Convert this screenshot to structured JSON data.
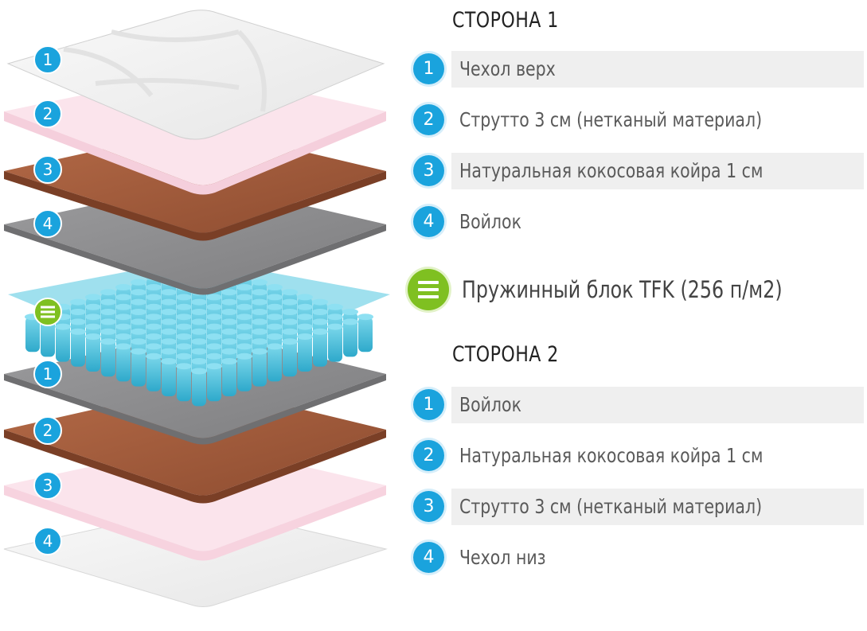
{
  "side1": {
    "heading": "СТОРОНА 1",
    "items": [
      {
        "num": "1",
        "label": "Чехол верх"
      },
      {
        "num": "2",
        "label": "Струтто 3 см (нетканый материал)"
      },
      {
        "num": "3",
        "label": "Натуральная кокосовая койра 1 см"
      },
      {
        "num": "4",
        "label": "Войлок"
      }
    ]
  },
  "spring": {
    "label": "Пружинный блок TFK (256 п/м2)",
    "icon": "spring-block-icon"
  },
  "side2": {
    "heading": "СТОРОНА 2",
    "items": [
      {
        "num": "1",
        "label": "Войлок"
      },
      {
        "num": "2",
        "label": "Натуральная кокосовая койра 1 см"
      },
      {
        "num": "3",
        "label": "Струтто 3 см (нетканый материал)"
      },
      {
        "num": "4",
        "label": "Чехол низ"
      }
    ]
  },
  "layers": {
    "top": [
      "1",
      "2",
      "3",
      "4"
    ],
    "bottom": [
      "1",
      "2",
      "3",
      "4"
    ]
  },
  "colors": {
    "accent_blue": "#1aa3dd",
    "accent_green": "#7fc021",
    "cover": "#f4f4f4",
    "strutto": "#fbe4ec",
    "coir": "#a0583a",
    "felt": "#8f8f91",
    "spring": "#3fb8d6"
  }
}
